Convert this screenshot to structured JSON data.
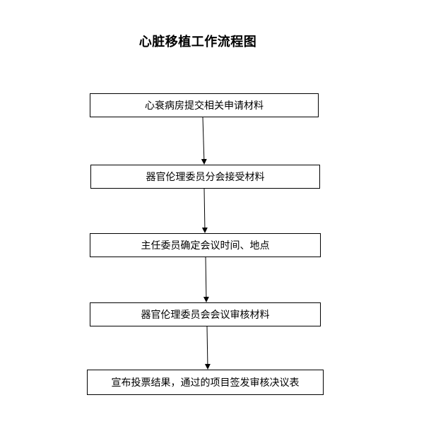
{
  "title": "心脏移植工作流程图",
  "steps": [
    "心衰病房提交相关申请材料",
    "器官伦理委员分会接受材料",
    "主任委员确定会议时间、地点",
    "器官伦理委员会会议审核材料",
    "宣布投票结果，通过的项目签发审核决议表"
  ]
}
